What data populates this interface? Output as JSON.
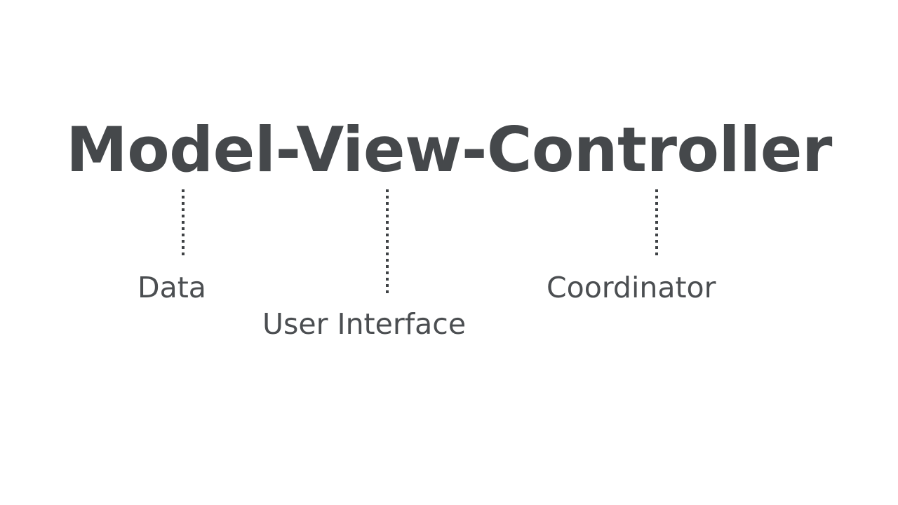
{
  "slide": {
    "background_color": "#ffffff",
    "title": {
      "text": "Model-View-Controller",
      "color": "#45484b"
    },
    "pattern_parts": [
      {
        "id": "model",
        "term": "Model",
        "label": "Data",
        "label_color": "#4b4e51",
        "connector_color": "#3f4245",
        "connector_style": "dotted"
      },
      {
        "id": "view",
        "term": "View",
        "label": "User Interface",
        "label_color": "#4b4e51",
        "connector_color": "#3f4245",
        "connector_style": "dotted"
      },
      {
        "id": "controller",
        "term": "Controller",
        "label": "Coordinator",
        "label_color": "#4b4e51",
        "connector_color": "#3f4245",
        "connector_style": "dotted"
      }
    ]
  }
}
